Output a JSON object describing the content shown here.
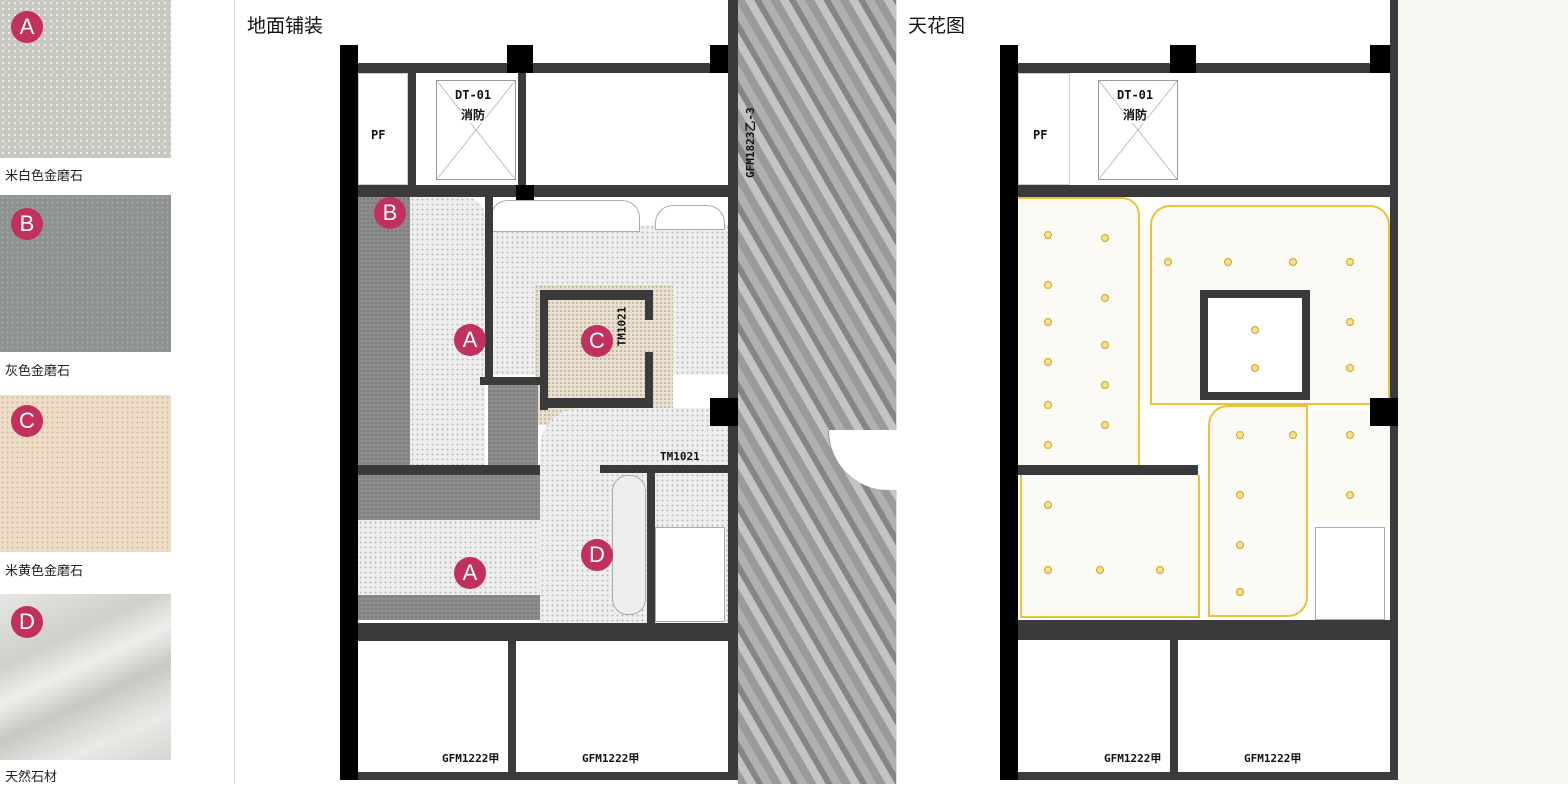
{
  "swatches": [
    {
      "badge": "A",
      "label": "米白色金磨石",
      "color": "#c8c7c0"
    },
    {
      "badge": "B",
      "label": "灰色金磨石",
      "color": "#8e9391"
    },
    {
      "badge": "C",
      "label": "米黄色金磨石",
      "color": "#efdcc4"
    },
    {
      "badge": "D",
      "label": "天然石材",
      "color": "#dcdcda"
    }
  ],
  "floor_plan": {
    "title": "地面铺装",
    "pf": "PF",
    "lift_code": "DT-01",
    "lift_name": "消防",
    "door_side": "GFM1823乙-3",
    "door_tm_1": "TM1021",
    "door_tm_2": "TM1021",
    "door_bottom_1": "GFM1222甲",
    "door_bottom_2": "GFM1222甲",
    "markers": [
      "A",
      "B",
      "C",
      "D",
      "A"
    ]
  },
  "ceiling_plan": {
    "title": "天花图",
    "pf": "PF",
    "lift_code": "DT-01",
    "lift_name": "消防",
    "door_bottom_1": "GFM1222甲",
    "door_bottom_2": "GFM1222甲"
  },
  "colors": {
    "marker": "#c2305e",
    "ceiling_outline": "#e8c33c"
  }
}
